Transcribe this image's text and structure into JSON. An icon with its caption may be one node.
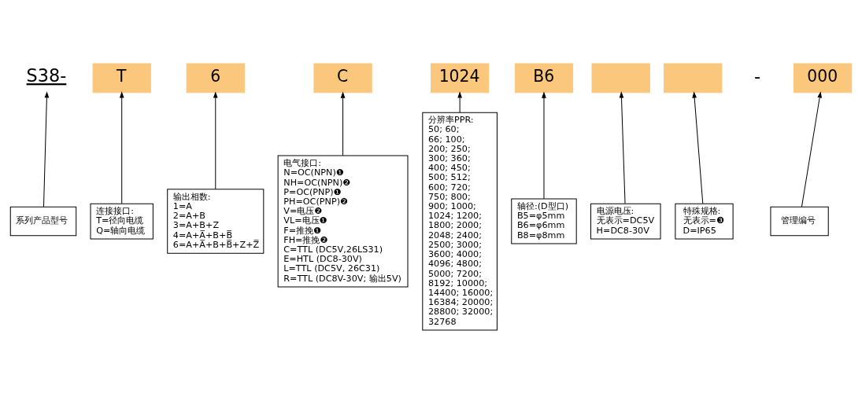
{
  "diagram": {
    "nodes": [
      {
        "text": [
          "S38-"
        ]
      },
      {
        "text": [
          "T"
        ]
      },
      {
        "text": [
          "6"
        ]
      },
      {
        "text": [
          "C"
        ]
      },
      {
        "text": [
          "1024"
        ]
      },
      {
        "text": [
          "B6"
        ]
      },
      {
        "text": [],
        "shape": "box"
      },
      {
        "text": [],
        "shape": "box"
      },
      {
        "text": [
          "000"
        ]
      },
      {
        "text": [
          "系列产品型号"
        ]
      },
      {
        "text": [
          "连接接口:",
          "T=径向电缆",
          "Q=轴向电缆"
        ]
      },
      {
        "text": [
          "输出相数:",
          "1=A",
          "2=A+B",
          "3=A+B+Z",
          "4=A+A̅+B+B̅",
          "6=A+A̅+B+B̅+Z+Z̅"
        ]
      },
      {
        "text": [
          "电气接口:",
          "N=OC(NPN)❶",
          "NH=OC(NPN)❷",
          "P=OC(PNP)❶",
          "PH=OC(PNP)❷",
          "V=电压❷",
          "VL=电压❶",
          "F=推挽❶",
          "FH=推挽❷",
          "C=TTL (DC5V,26LS31)",
          "E=HTL (DC8-30V)",
          "L=TTL (DC5V, 26C31)",
          "R=TTL (DC8V-30V; 输出5V)"
        ]
      },
      {
        "text": [
          "分辨率PPR:",
          "50; 60;",
          "66; 100;",
          "200; 250;",
          "300; 360;",
          "400; 450;",
          "500; 512;",
          "600; 720;",
          "750; 800;",
          "900; 1000;",
          "1024; 1200;",
          "1800; 2000;",
          "2048; 2400;",
          "2500; 3000;",
          "3600; 4000;",
          "4096; 4800;",
          "5000; 7200;",
          "8192; 10000;",
          "14400; 16000;",
          "16384; 20000;",
          "28800; 32000;",
          "32768"
        ]
      },
      {
        "text": [
          "轴径:(D型口)",
          "B5=φ5mm",
          "B6=φ6mm",
          "B8=φ8mm"
        ]
      },
      {
        "text": [
          "电源电压:",
          "无表示=DC5V",
          "H=DC8-30V"
        ]
      },
      {
        "text": [
          "特殊规格:",
          "无表示=❸",
          "D=IP65"
        ]
      },
      {
        "text": [
          "管理编号"
        ]
      }
    ],
    "edges": [
      {
        "from": 9,
        "to": 0,
        "arrow": "to"
      },
      {
        "from": 10,
        "to": 1,
        "arrow": "to"
      },
      {
        "from": 11,
        "to": 2,
        "arrow": "to"
      },
      {
        "from": 12,
        "to": 3,
        "arrow": "to"
      },
      {
        "from": 13,
        "to": 4,
        "arrow": "to"
      },
      {
        "from": 14,
        "to": 5,
        "arrow": "to"
      },
      {
        "from": 15,
        "to": 6,
        "arrow": "to"
      },
      {
        "from": 16,
        "to": 7,
        "arrow": "to"
      },
      {
        "from": 17,
        "to": 8,
        "arrow": "to"
      }
    ],
    "labels": [
      "-"
    ]
  }
}
